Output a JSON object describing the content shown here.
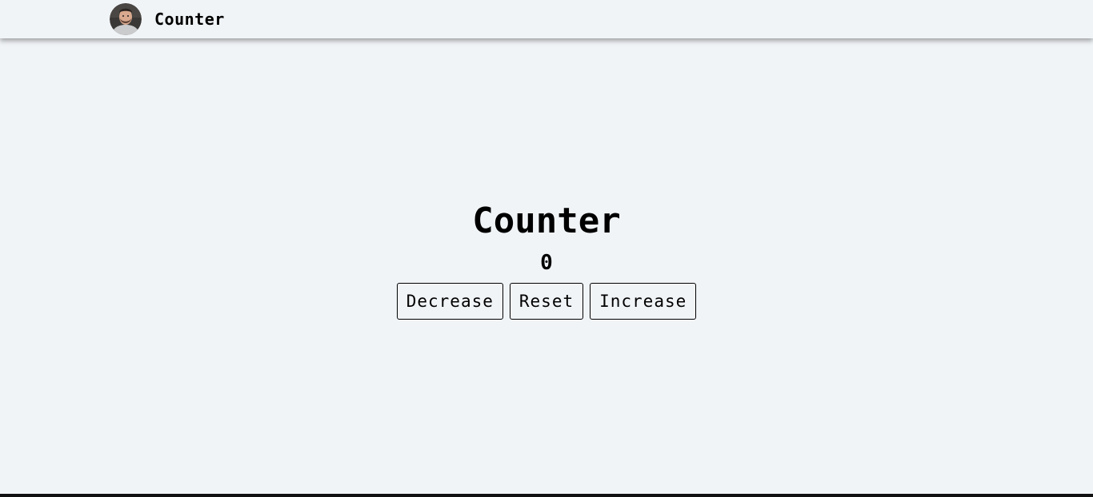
{
  "navbar": {
    "brand_title": "Counter",
    "avatar_icon": "user-avatar"
  },
  "main": {
    "title": "Counter",
    "count": "0",
    "buttons": {
      "decrease": "Decrease",
      "reset": "Reset",
      "increase": "Increase"
    }
  },
  "colors": {
    "background": "#f1f4f7",
    "text": "#000000",
    "button_border": "#000000"
  }
}
